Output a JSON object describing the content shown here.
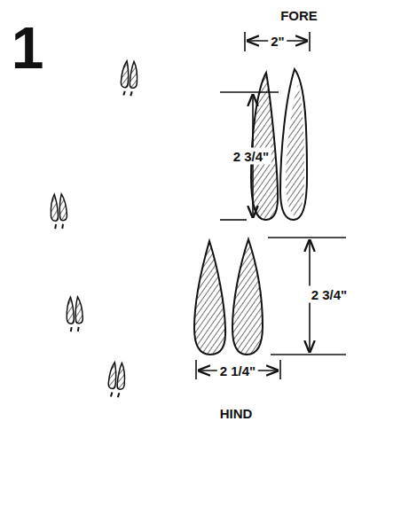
{
  "diagram": {
    "labels": [
      "1",
      "FORE",
      "2\"",
      "2 3/4\"",
      "2 3/4\"",
      "2 1/4\"",
      "HIND"
    ]
  }
}
